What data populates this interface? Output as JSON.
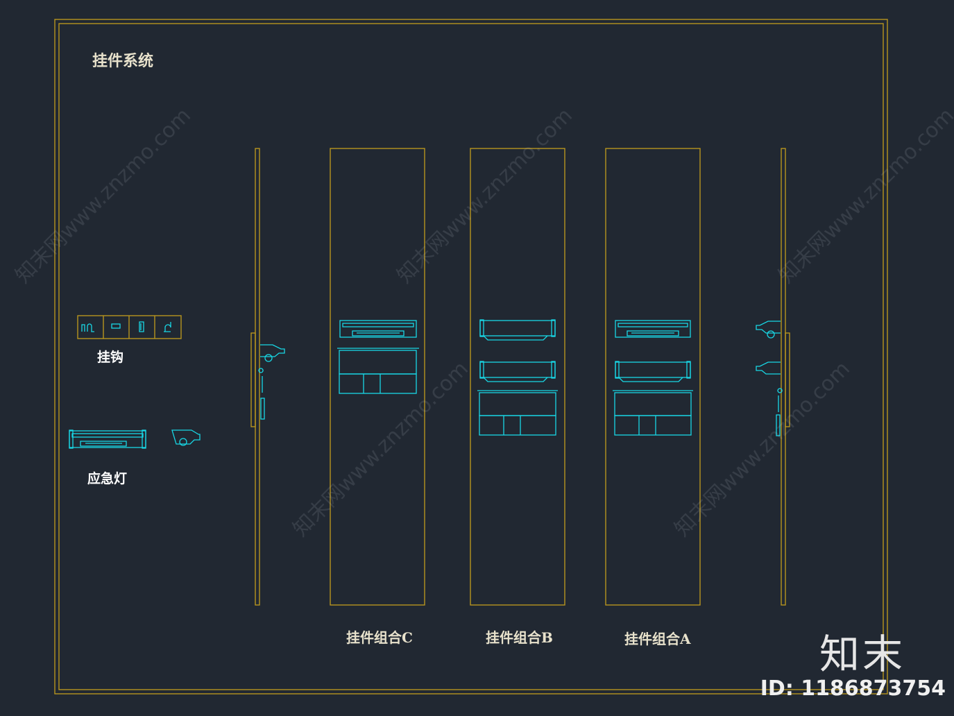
{
  "title": "挂件系统",
  "labels": {
    "hook": "挂钩",
    "emergency_light": "应急灯",
    "combo_c": "挂件组合C",
    "combo_b": "挂件组合B",
    "combo_a": "挂件组合A"
  },
  "watermark": {
    "text": "知末网www.znzmo.com",
    "logo": "知末",
    "id": "ID: 1186873754"
  },
  "colors": {
    "background": "#212832",
    "frame": "#b8951e",
    "drawing": "#18d8e6"
  }
}
